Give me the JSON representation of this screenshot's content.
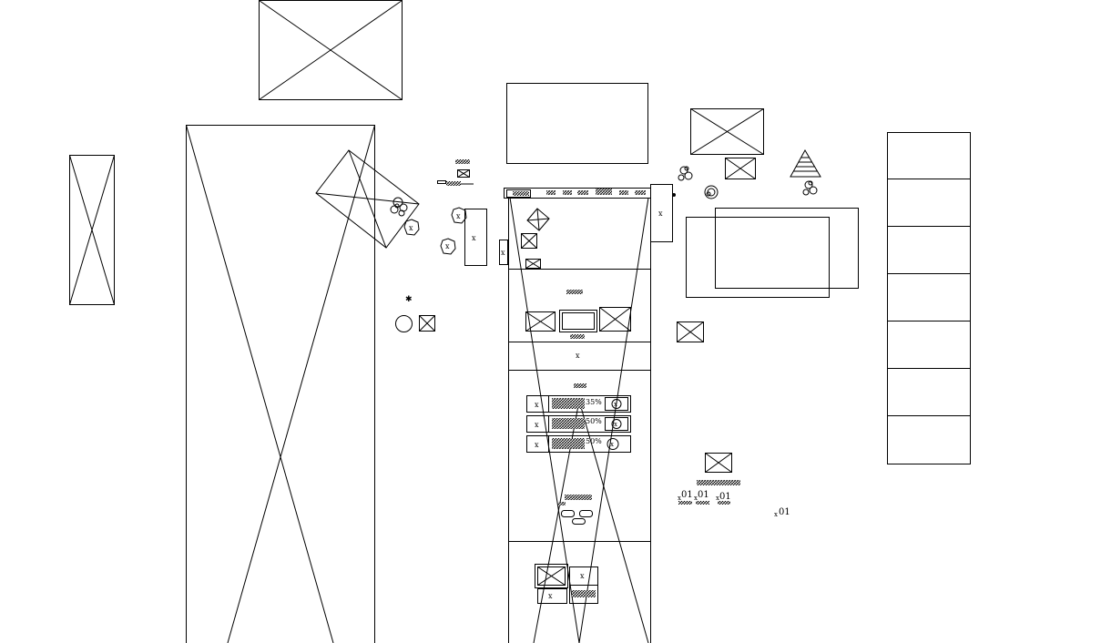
{
  "canvas": {
    "background": "#ffffff",
    "stroke_color": "#000000"
  },
  "labels": {
    "pct_1": "35%",
    "pct_2": "50%",
    "pct_3": "50%",
    "num_1": "01",
    "num_2": "01",
    "num_3": "01",
    "num_4": "01"
  },
  "icons": [
    "image-placeholder-icon",
    "close-icon",
    "flower-icon",
    "circle-x-icon",
    "tree-icon",
    "diamond-icon"
  ]
}
